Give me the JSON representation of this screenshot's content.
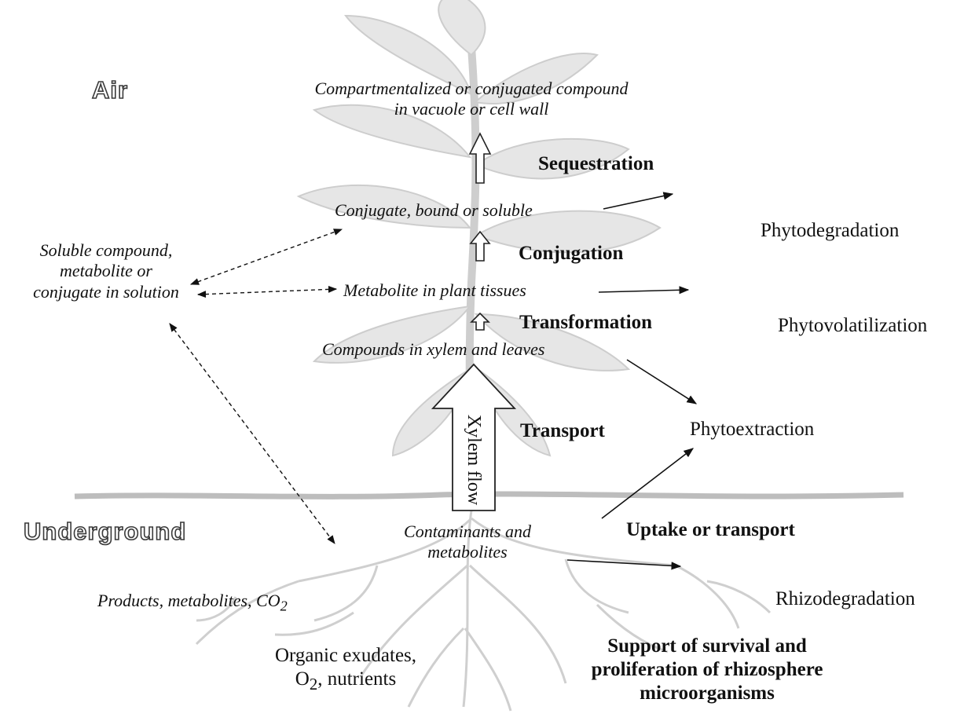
{
  "zones": {
    "air": "Air",
    "underground": "Underground"
  },
  "stages": {
    "compartmentalized": [
      "Compartmentalized or conjugated compound",
      "in vacuole or cell wall"
    ],
    "conjugate": "Conjugate, bound or soluble",
    "metabolite": "Metabolite in plant tissues",
    "compounds_xylem": "Compounds in xylem and leaves",
    "contaminants": [
      "Contaminants and",
      "metabolites"
    ],
    "soluble": [
      "Soluble compound,",
      "metabolite or",
      "conjugate in solution"
    ],
    "products": "Products, metabolites, CO",
    "products_sub": "2"
  },
  "processes": {
    "sequestration": "Sequestration",
    "conjugation": "Conjugation",
    "transformation": "Transformation",
    "transport": "Transport",
    "uptake": "Uptake or transport",
    "support": [
      "Support of survival and",
      "proliferation of rhizosphere",
      "microorganisms"
    ],
    "xylem_flow": "Xylem flow"
  },
  "outcomes": {
    "phytodegradation": "Phytodegradation",
    "phytovolatilization": "Phytovolatilization",
    "phytoextraction": "Phytoextraction",
    "rhizodegradation": "Rhizodegradation"
  },
  "inputs": {
    "exudates_line1": "Organic exudates,",
    "exudates_o2": "O",
    "exudates_o2_sub": "2",
    "exudates_rest": ", nutrients"
  },
  "colors": {
    "plant_silhouette": "#cfcfcf",
    "ground_line": "#bdbdbd",
    "text": "#111111",
    "arrow": "#111111"
  }
}
